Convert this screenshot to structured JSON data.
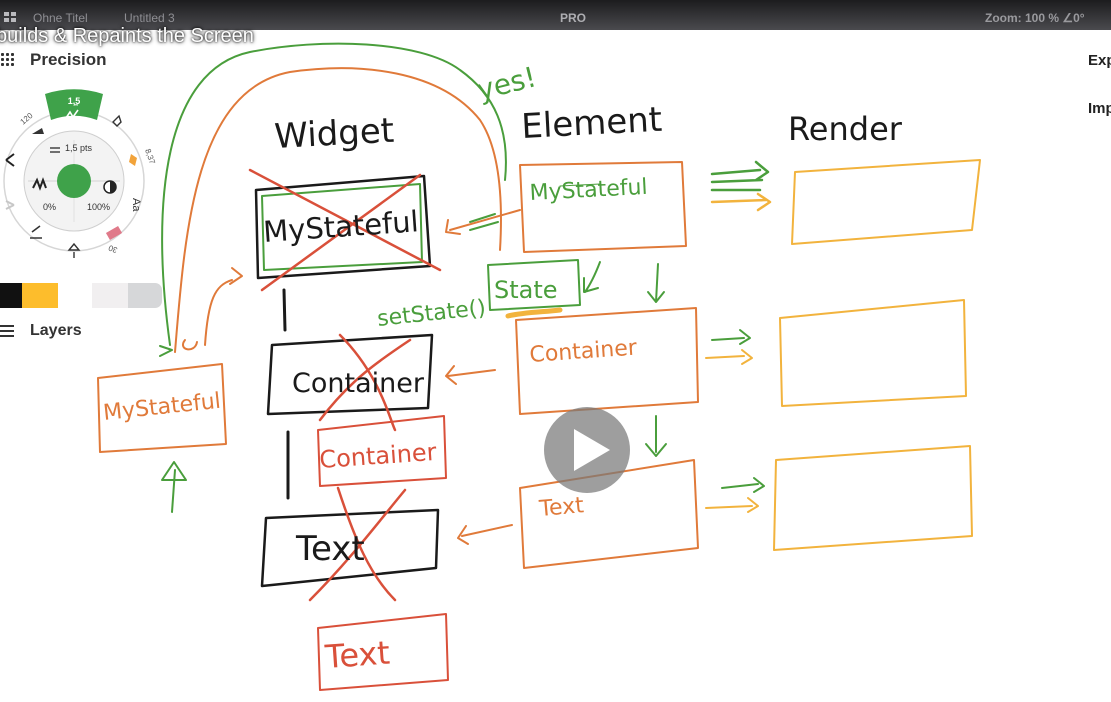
{
  "top_bar": {
    "file_tabs": [
      "Ohne Titel",
      "Untitled 3"
    ],
    "plan_badge": "PRO",
    "zoom_readout": "Zoom: 100 % ∠0°"
  },
  "video": {
    "title_fragment": "builds & Repaints the Screen"
  },
  "sidebar": {
    "precision_label": "Precision",
    "layers_label": "Layers",
    "color_swatches": [
      "#111111",
      "#fdbd2c",
      "#f1eff0",
      "#d6d7d9"
    ]
  },
  "right_panel": {
    "export_label": "Exp",
    "import_label": "Imp"
  },
  "tool_wheel": {
    "brush_size_top": "1,5",
    "brush_size": "1,5 pts",
    "opacity_left": "0%",
    "opacity_right": "100%",
    "side_value_left": "120",
    "side_value_right": "8,37",
    "side_value_bottom": "30",
    "text_tool": "Aa",
    "current_color": "#3fa24a"
  },
  "whiteboard": {
    "column_headers": [
      "Widget",
      "Element",
      "Render"
    ],
    "annotations": [
      "yes!",
      "setState()"
    ],
    "widget_labels": [
      "MyStateful",
      "Container",
      "Text"
    ],
    "element_labels": [
      "MyStateful",
      "State",
      "Container",
      "Text"
    ],
    "new_widget_labels": [
      "MyStateful",
      "Container",
      "Text"
    ],
    "ink_colors": {
      "black": "#1a1a1a",
      "green": "#4a9e3c",
      "orange": "#e07a3a",
      "red": "#d9503a",
      "yellow": "#f2b33d"
    }
  },
  "icons": [
    "app-grid-icon",
    "precision-dots-icon",
    "layers-icon",
    "undo-icon",
    "redo-icon",
    "play-icon"
  ]
}
